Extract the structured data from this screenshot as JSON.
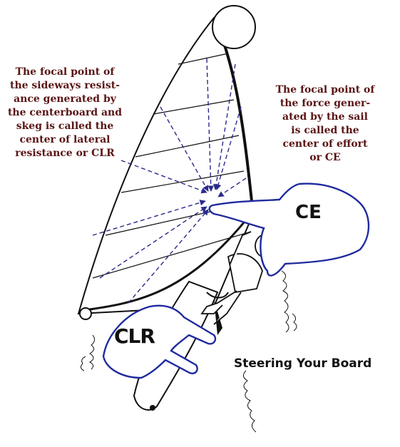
{
  "diagram": {
    "clr_note": "The focal point of\nthe sideways resist-\nance generated by\nthe centerboard and\nskeg is called the\ncenter of lateral\nresistance or CLR",
    "ce_note": "The focal point of\nthe force gener-\nated by the sail\nis called the\ncenter of effort\nor CE",
    "ce_label": "CE",
    "clr_label": "CLR",
    "caption": "Steering Your Board"
  },
  "colors": {
    "ink": "#111111",
    "note_text": "#5a1414",
    "hand_outline": "#1f2a9e",
    "force_arrows": "#2a2a8c"
  }
}
